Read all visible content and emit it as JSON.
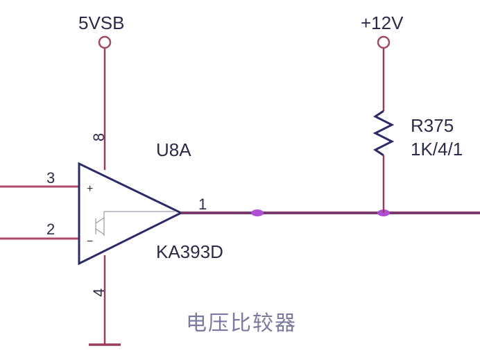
{
  "labels": {
    "vcc_5vsb": "5VSB",
    "vcc_12v": "+12V",
    "resistor_ref": "R375",
    "resistor_value": "1K/4/1",
    "ic_ref": "U8A",
    "ic_part": "KA393D",
    "pin_8": "8",
    "pin_4": "4",
    "pin_3": "3",
    "pin_2": "2",
    "pin_1": "1",
    "plus_sign": "+",
    "minus_sign": "−",
    "caption": "电压比较器"
  },
  "colors": {
    "wire": "#9a3b5a",
    "body": "#2b2b6a",
    "junction": "#b04fd6",
    "text": "#2b2b4a"
  }
}
